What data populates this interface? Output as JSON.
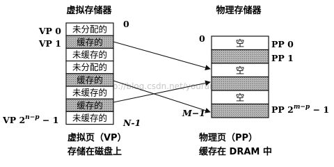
{
  "virtual": {
    "title": "虚拟存储器",
    "index_top": "0",
    "index_bottom": "N-1",
    "vp0_label": "VP 0",
    "vp1_label": "VP 1",
    "vplast_label": "VP 2",
    "vplast_sup": "n−p",
    "vplast_suffix": " − 1",
    "cells": [
      {
        "text": "未分配的",
        "shaded": false
      },
      {
        "text": "缓存的",
        "shaded": true
      },
      {
        "text": "未缓存的",
        "shaded": false
      },
      {
        "text": "未分配的",
        "shaded": false
      },
      {
        "text": "缓存的",
        "shaded": true
      },
      {
        "text": "未缓存的",
        "shaded": false
      },
      {
        "text": "缓存的",
        "shaded": true
      },
      {
        "text": "未缓存的",
        "shaded": false
      }
    ],
    "caption_line1": "虚拟页（VP）",
    "caption_line2": "存储在磁盘上"
  },
  "physical": {
    "title": "物理存储器",
    "index_top": "0",
    "index_bottom": "M−1",
    "pp0_label": "PP 0",
    "pp1_label": "PP 1",
    "pplast_label": "PP 2",
    "pplast_sup": "m−p",
    "pplast_suffix": " − 1",
    "cells": [
      {
        "text": "空",
        "shaded": false
      },
      {
        "text": "",
        "shaded": true
      },
      {
        "text": "空",
        "shaded": false
      },
      {
        "text": "",
        "shaded": true
      },
      {
        "text": "空",
        "shaded": false
      },
      {
        "text": "",
        "shaded": true
      }
    ],
    "caption_line1": "物理页（PP）",
    "caption_line2": "缓存在 DRAM 中"
  },
  "watermark": "http://blog.csdn.net/youran2012",
  "colors": {
    "ink": "#111111",
    "shade": "#a8a8a8",
    "watermark": "#c8c8c8"
  }
}
